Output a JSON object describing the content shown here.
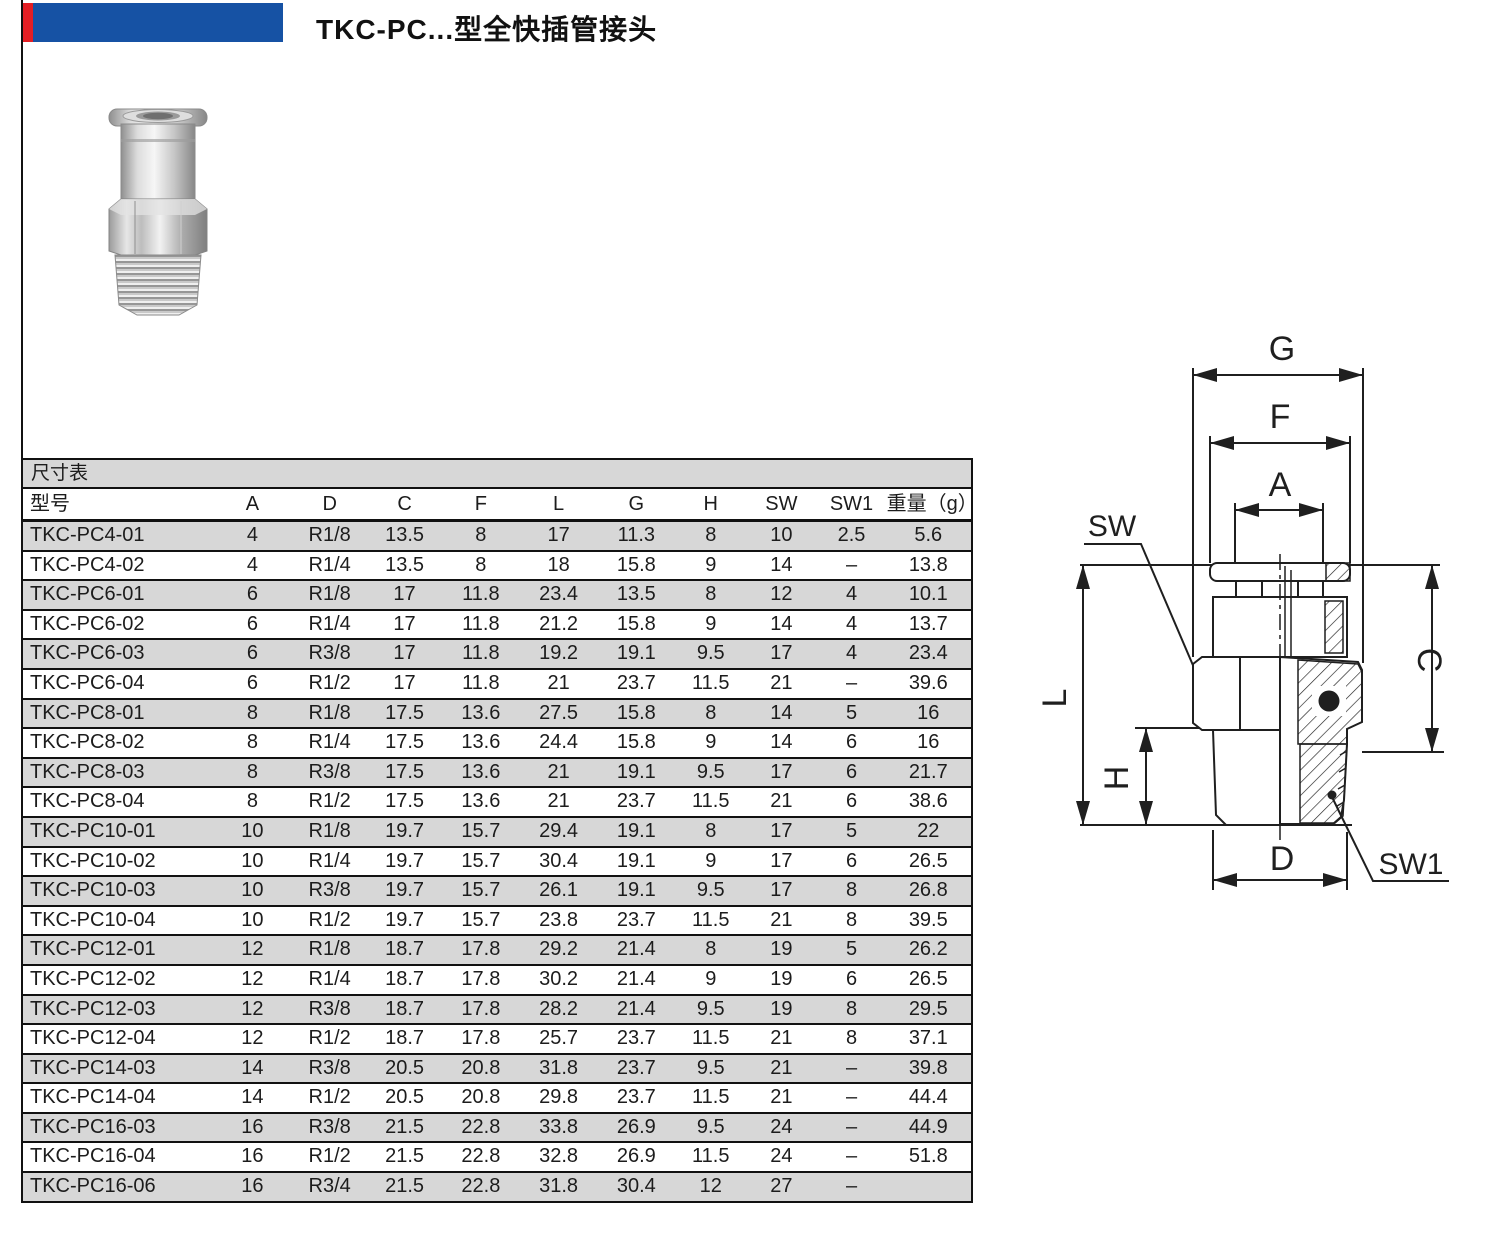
{
  "page": {
    "title": "TKC-PC...型全快插管接头"
  },
  "colors": {
    "accent_red": "#E31E24",
    "accent_blue": "#1652A4",
    "row_gray": "#D7D7D7",
    "line_black": "#111111"
  },
  "photo": {
    "name": "push-in-fitting-photo"
  },
  "table": {
    "caption": "尺寸表",
    "columns": [
      "型号",
      "A",
      "D",
      "C",
      "F",
      "L",
      "G",
      "H",
      "SW",
      "SW1",
      "重量（g）"
    ],
    "rows": [
      [
        "TKC-PC4-01",
        "4",
        "R1/8",
        "13.5",
        "8",
        "17",
        "11.3",
        "8",
        "10",
        "2.5",
        "5.6"
      ],
      [
        "TKC-PC4-02",
        "4",
        "R1/4",
        "13.5",
        "8",
        "18",
        "15.8",
        "9",
        "14",
        "–",
        "13.8"
      ],
      [
        "TKC-PC6-01",
        "6",
        "R1/8",
        "17",
        "11.8",
        "23.4",
        "13.5",
        "8",
        "12",
        "4",
        "10.1"
      ],
      [
        "TKC-PC6-02",
        "6",
        "R1/4",
        "17",
        "11.8",
        "21.2",
        "15.8",
        "9",
        "14",
        "4",
        "13.7"
      ],
      [
        "TKC-PC6-03",
        "6",
        "R3/8",
        "17",
        "11.8",
        "19.2",
        "19.1",
        "9.5",
        "17",
        "4",
        "23.4"
      ],
      [
        "TKC-PC6-04",
        "6",
        "R1/2",
        "17",
        "11.8",
        "21",
        "23.7",
        "11.5",
        "21",
        "–",
        "39.6"
      ],
      [
        "TKC-PC8-01",
        "8",
        "R1/8",
        "17.5",
        "13.6",
        "27.5",
        "15.8",
        "8",
        "14",
        "5",
        "16"
      ],
      [
        "TKC-PC8-02",
        "8",
        "R1/4",
        "17.5",
        "13.6",
        "24.4",
        "15.8",
        "9",
        "14",
        "6",
        "16"
      ],
      [
        "TKC-PC8-03",
        "8",
        "R3/8",
        "17.5",
        "13.6",
        "21",
        "19.1",
        "9.5",
        "17",
        "6",
        "21.7"
      ],
      [
        "TKC-PC8-04",
        "8",
        "R1/2",
        "17.5",
        "13.6",
        "21",
        "23.7",
        "11.5",
        "21",
        "6",
        "38.6"
      ],
      [
        "TKC-PC10-01",
        "10",
        "R1/8",
        "19.7",
        "15.7",
        "29.4",
        "19.1",
        "8",
        "17",
        "5",
        "22"
      ],
      [
        "TKC-PC10-02",
        "10",
        "R1/4",
        "19.7",
        "15.7",
        "30.4",
        "19.1",
        "9",
        "17",
        "6",
        "26.5"
      ],
      [
        "TKC-PC10-03",
        "10",
        "R3/8",
        "19.7",
        "15.7",
        "26.1",
        "19.1",
        "9.5",
        "17",
        "8",
        "26.8"
      ],
      [
        "TKC-PC10-04",
        "10",
        "R1/2",
        "19.7",
        "15.7",
        "23.8",
        "23.7",
        "11.5",
        "21",
        "8",
        "39.5"
      ],
      [
        "TKC-PC12-01",
        "12",
        "R1/8",
        "18.7",
        "17.8",
        "29.2",
        "21.4",
        "8",
        "19",
        "5",
        "26.2"
      ],
      [
        "TKC-PC12-02",
        "12",
        "R1/4",
        "18.7",
        "17.8",
        "30.2",
        "21.4",
        "9",
        "19",
        "6",
        "26.5"
      ],
      [
        "TKC-PC12-03",
        "12",
        "R3/8",
        "18.7",
        "17.8",
        "28.2",
        "21.4",
        "9.5",
        "19",
        "8",
        "29.5"
      ],
      [
        "TKC-PC12-04",
        "12",
        "R1/2",
        "18.7",
        "17.8",
        "25.7",
        "23.7",
        "11.5",
        "21",
        "8",
        "37.1"
      ],
      [
        "TKC-PC14-03",
        "14",
        "R3/8",
        "20.5",
        "20.8",
        "31.8",
        "23.7",
        "9.5",
        "21",
        "–",
        "39.8"
      ],
      [
        "TKC-PC14-04",
        "14",
        "R1/2",
        "20.5",
        "20.8",
        "29.8",
        "23.7",
        "11.5",
        "21",
        "–",
        "44.4"
      ],
      [
        "TKC-PC16-03",
        "16",
        "R3/8",
        "21.5",
        "22.8",
        "33.8",
        "26.9",
        "9.5",
        "24",
        "–",
        "44.9"
      ],
      [
        "TKC-PC16-04",
        "16",
        "R1/2",
        "21.5",
        "22.8",
        "32.8",
        "26.9",
        "11.5",
        "24",
        "–",
        "51.8"
      ],
      [
        "TKC-PC16-06",
        "16",
        "R3/4",
        "21.5",
        "22.8",
        "31.8",
        "30.4",
        "12",
        "27",
        "–",
        ""
      ]
    ]
  },
  "drawing": {
    "labels": {
      "g": "G",
      "f": "F",
      "a": "A",
      "sw": "SW",
      "l": "L",
      "h": "H",
      "c": "C",
      "d": "D",
      "sw1": "SW1"
    }
  }
}
